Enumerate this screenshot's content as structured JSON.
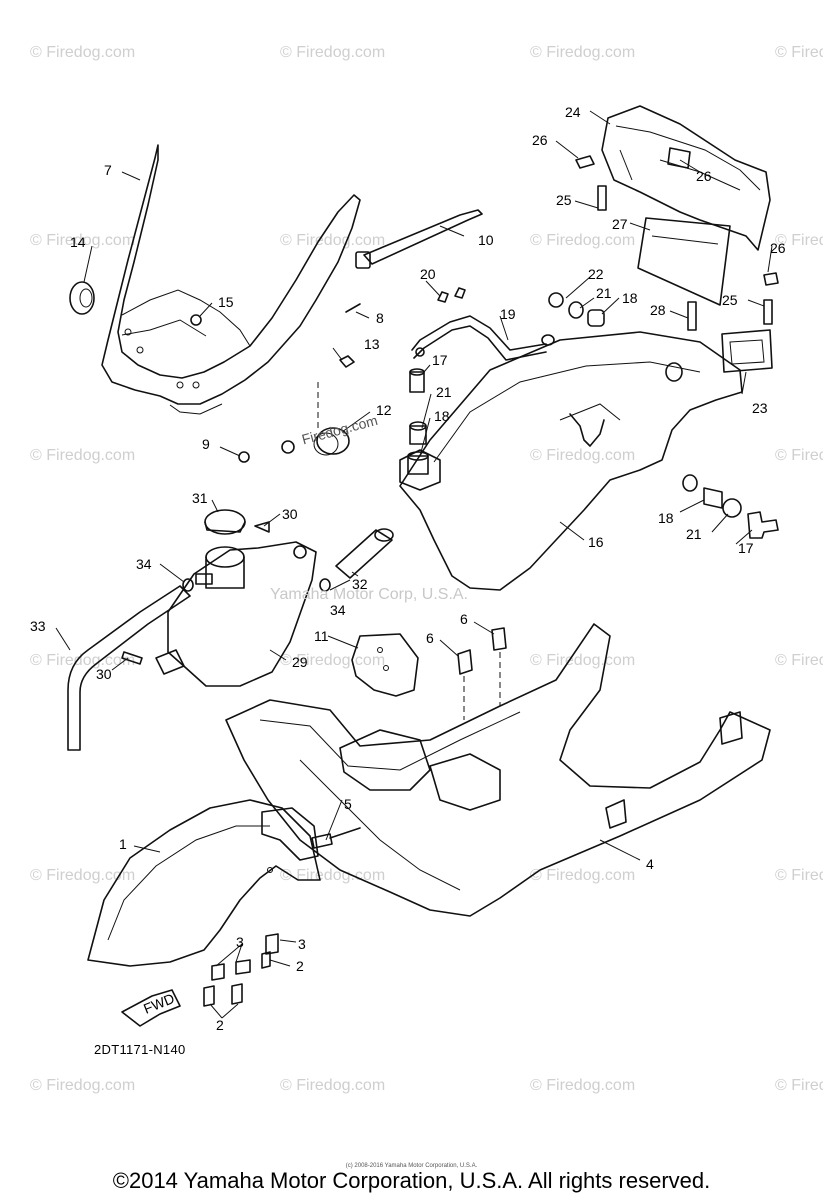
{
  "diagram": {
    "code": "2DT1171-N140",
    "center_watermark": "Yamaha Motor Corp, U.S.A.",
    "firedog_center": "Firedog.com",
    "fwd_label": "FWD",
    "small_copyright": "(c) 2008-2016 Yamaha Motor Corporation, U.S.A.",
    "footer": "©2014 Yamaha Motor Corporation, U.S.A. All rights reserved.",
    "watermark_text": "© Firedog.com",
    "callouts": [
      {
        "id": "c1",
        "label": "1"
      },
      {
        "id": "c2a",
        "label": "2"
      },
      {
        "id": "c2b",
        "label": "2"
      },
      {
        "id": "c3a",
        "label": "3"
      },
      {
        "id": "c3b",
        "label": "3"
      },
      {
        "id": "c4",
        "label": "4"
      },
      {
        "id": "c5",
        "label": "5"
      },
      {
        "id": "c6a",
        "label": "6"
      },
      {
        "id": "c6b",
        "label": "6"
      },
      {
        "id": "c7",
        "label": "7"
      },
      {
        "id": "c8",
        "label": "8"
      },
      {
        "id": "c9",
        "label": "9"
      },
      {
        "id": "c10",
        "label": "10"
      },
      {
        "id": "c11",
        "label": "11"
      },
      {
        "id": "c12",
        "label": "12"
      },
      {
        "id": "c13",
        "label": "13"
      },
      {
        "id": "c14",
        "label": "14"
      },
      {
        "id": "c15",
        "label": "15"
      },
      {
        "id": "c16",
        "label": "16"
      },
      {
        "id": "c17a",
        "label": "17"
      },
      {
        "id": "c17b",
        "label": "17"
      },
      {
        "id": "c18a",
        "label": "18"
      },
      {
        "id": "c18b",
        "label": "18"
      },
      {
        "id": "c18c",
        "label": "18"
      },
      {
        "id": "c19",
        "label": "19"
      },
      {
        "id": "c20",
        "label": "20"
      },
      {
        "id": "c21a",
        "label": "21"
      },
      {
        "id": "c21b",
        "label": "21"
      },
      {
        "id": "c21c",
        "label": "21"
      },
      {
        "id": "c22",
        "label": "22"
      },
      {
        "id": "c23",
        "label": "23"
      },
      {
        "id": "c24",
        "label": "24"
      },
      {
        "id": "c25a",
        "label": "25"
      },
      {
        "id": "c25b",
        "label": "25"
      },
      {
        "id": "c26a",
        "label": "26"
      },
      {
        "id": "c26b",
        "label": "26"
      },
      {
        "id": "c26c",
        "label": "26"
      },
      {
        "id": "c27",
        "label": "27"
      },
      {
        "id": "c28",
        "label": "28"
      },
      {
        "id": "c29",
        "label": "29"
      },
      {
        "id": "c30a",
        "label": "30"
      },
      {
        "id": "c30b",
        "label": "30"
      },
      {
        "id": "c31",
        "label": "31"
      },
      {
        "id": "c32",
        "label": "32"
      },
      {
        "id": "c33",
        "label": "33"
      },
      {
        "id": "c34a",
        "label": "34"
      },
      {
        "id": "c34b",
        "label": "34"
      }
    ]
  }
}
